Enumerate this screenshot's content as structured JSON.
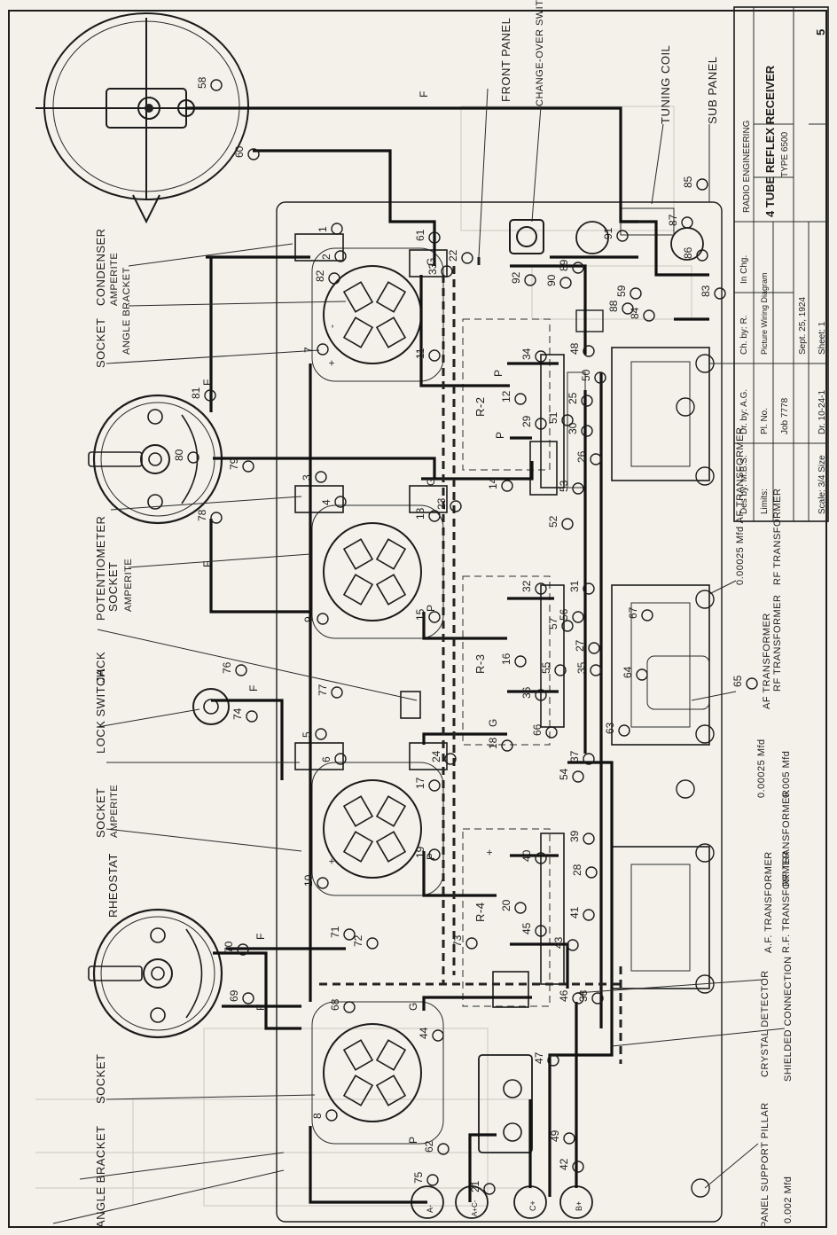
{
  "labels": {
    "front_panel": "FRONT PANEL",
    "change_over_switch": "CHANGE-OVER SWITCH",
    "tuning_coil": "TUNING COIL",
    "sub_panel": "SUB PANEL",
    "condenser": "CONDENSER",
    "amperite_1": "AMPERITE",
    "socket_1": "SOCKET",
    "angle_bracket_1": "ANGLE BRACKET",
    "potentiometer": "POTENTIOMETER",
    "socket_2": "SOCKET",
    "amperite_2": "AMPERITE",
    "jack": "JACK",
    "lock_switch": "LOCK SWITCH",
    "socket_3": "SOCKET",
    "amperite_3": "AMPERITE",
    "rheostat": "RHEOSTAT",
    "socket_4": "SOCKET",
    "angle_bracket_2": "ANGLE BRACKET",
    "af_rf_transformer_1": "0.00025 Mfd  AF TRANSFORMER",
    "rf_transformer_1": "RF TRANSFORMER",
    "af_transformer_2": "AF TRANSFORMER",
    "rf_transformer_2": "RF TRANSFORMER",
    "cap_00025": "0.00025 Mfd",
    "cap_0005": "0.005 Mfd",
    "rf_transformer_3": "RF TRANSFORMER",
    "af_transformer_3": "A.F. TRANSFORMER",
    "rf_transformer_4": "R.F. TRANSFORMER",
    "crystal_detector": "CRYSTAL DETECTOR",
    "shielded_connection": "SHIELDED CONNECTION",
    "panel_support_pillar": "PANEL SUPPORT PILLAR",
    "cap_0002": "0.002 Mfd",
    "r2": "R-2",
    "r3": "R-3",
    "r4": "R-4"
  },
  "title_block": {
    "company": "RADIO ENGINEERING",
    "title": "4 TUBE REFLEX RECEIVER",
    "type": "TYPE 6500",
    "des_by": "Des by: M.B.S.",
    "dr_by": "Dr. by: A.G.",
    "ch_by": "Ch. by: R.",
    "in_chg": "In Chg.",
    "limits": "Limits:",
    "scale": "Scale: 3/4 Size",
    "pl_no": "Pl. No.",
    "job": "Job 7778",
    "dr": "Dr. 10-24-1",
    "diagram": "Picture Wiring Diagram",
    "date": "Sept. 25, 1924",
    "sheet": "Sheet: 1",
    "sheet_no": "5"
  },
  "terminals": [
    "1",
    "2",
    "3",
    "4",
    "5",
    "6",
    "7",
    "8",
    "9",
    "10",
    "11",
    "12",
    "13",
    "14",
    "15",
    "16",
    "17",
    "18",
    "19",
    "20",
    "21",
    "22",
    "23",
    "24",
    "25",
    "26",
    "27",
    "28",
    "29",
    "30",
    "31",
    "32",
    "33",
    "34",
    "35",
    "36",
    "37",
    "38",
    "39",
    "40",
    "41",
    "42",
    "43",
    "44",
    "45",
    "46",
    "47",
    "48",
    "49",
    "50",
    "51",
    "52",
    "53",
    "54",
    "55",
    "56",
    "57",
    "58",
    "59",
    "60",
    "61",
    "62",
    "63",
    "64",
    "65",
    "66",
    "67",
    "68",
    "69",
    "70",
    "71",
    "72",
    "73",
    "74",
    "75",
    "76",
    "77",
    "78",
    "79",
    "80",
    "81",
    "82",
    "83",
    "84",
    "85",
    "86",
    "87",
    "88",
    "89",
    "90",
    "91",
    "92"
  ],
  "pin_marks": {
    "filament": "F",
    "grid": "G",
    "plate": "P",
    "plus": "+",
    "minus": "-",
    "a_minus": "A-",
    "a_plus_c_minus": "A+C-",
    "b_plus": "B+",
    "c_plus": "C+"
  }
}
